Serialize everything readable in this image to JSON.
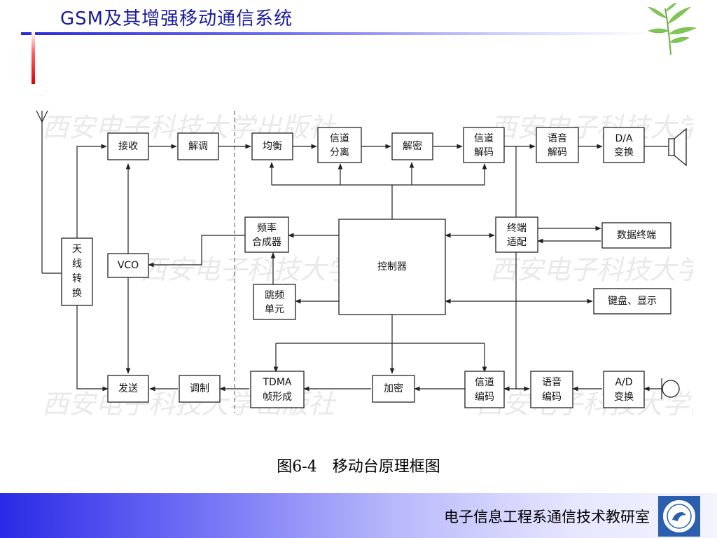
{
  "header": {
    "title": "GSM及其增强移动通信系统"
  },
  "diagram": {
    "watermark": "西安电子科技大学出版社",
    "blocks": {
      "recv": [
        "接收"
      ],
      "demod": [
        "解调"
      ],
      "equal": [
        "均衡"
      ],
      "chansep": [
        "信道",
        "分离"
      ],
      "decrypt": [
        "解密"
      ],
      "chandec": [
        "信道",
        "解码"
      ],
      "voicedec": [
        "语音",
        "解码"
      ],
      "da": [
        "D/A",
        "变换"
      ],
      "antswitch": [
        "天",
        "线",
        "转",
        "换"
      ],
      "vco": [
        "VCO"
      ],
      "freqsyn": [
        "频率",
        "合成器"
      ],
      "hop": [
        "跳频",
        "单元"
      ],
      "controller": [
        "控制器"
      ],
      "termadapt": [
        "终端",
        "适配"
      ],
      "dataterm": [
        "数据终端"
      ],
      "keyboard": [
        "键盘、显示"
      ],
      "send": [
        "发送"
      ],
      "mod": [
        "调制"
      ],
      "tdma": [
        "TDMA",
        "帧形成"
      ],
      "encrypt": [
        "加密"
      ],
      "chanenc": [
        "信道",
        "编码"
      ],
      "voiceenc": [
        "语音",
        "编码"
      ],
      "ad": [
        "A/D",
        "变换"
      ]
    }
  },
  "caption": "图6-4　移动台原理框图",
  "footer": {
    "text": "电子信息工程系通信技术教研室"
  },
  "colors": {
    "title": "#1a1a9e",
    "accent_bar": "#e00000",
    "footer_gradient_start": "#2a2ae6"
  }
}
